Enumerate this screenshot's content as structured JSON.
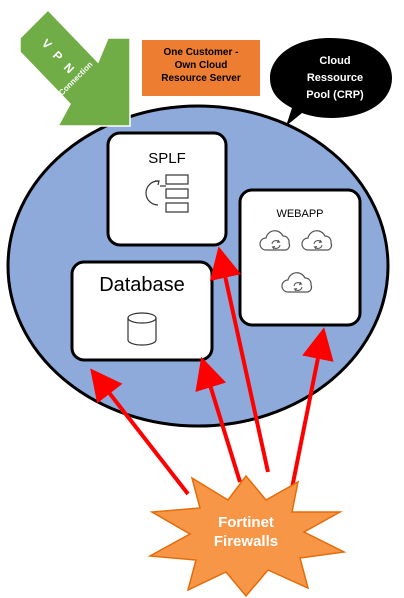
{
  "vpn": {
    "letters": [
      "V",
      "P",
      "N"
    ],
    "sub": "Connection"
  },
  "note": {
    "line1": "One Customer -",
    "line2": "Own Cloud",
    "line3": "Resource Server"
  },
  "crp": {
    "line1": "Cloud",
    "line2": "Ressource",
    "line3": "Pool (CRP)"
  },
  "boxes": {
    "splf": "SPLF",
    "webapp": "WEBAPP",
    "database": "Database"
  },
  "firewall": {
    "line1": "Fortinet",
    "line2": "Firewalls"
  },
  "icons": {
    "splf": "server-stack-icon",
    "database": "database-cylinder-icon",
    "webapp": "cloud-sync-icon"
  },
  "colors": {
    "pool": "#8eaadb",
    "vpn_arrow": "#70ad47",
    "note": "#ed7d31",
    "crp_bubble": "#000000",
    "firewall": "#f79646",
    "arrows": "#ff0000"
  }
}
